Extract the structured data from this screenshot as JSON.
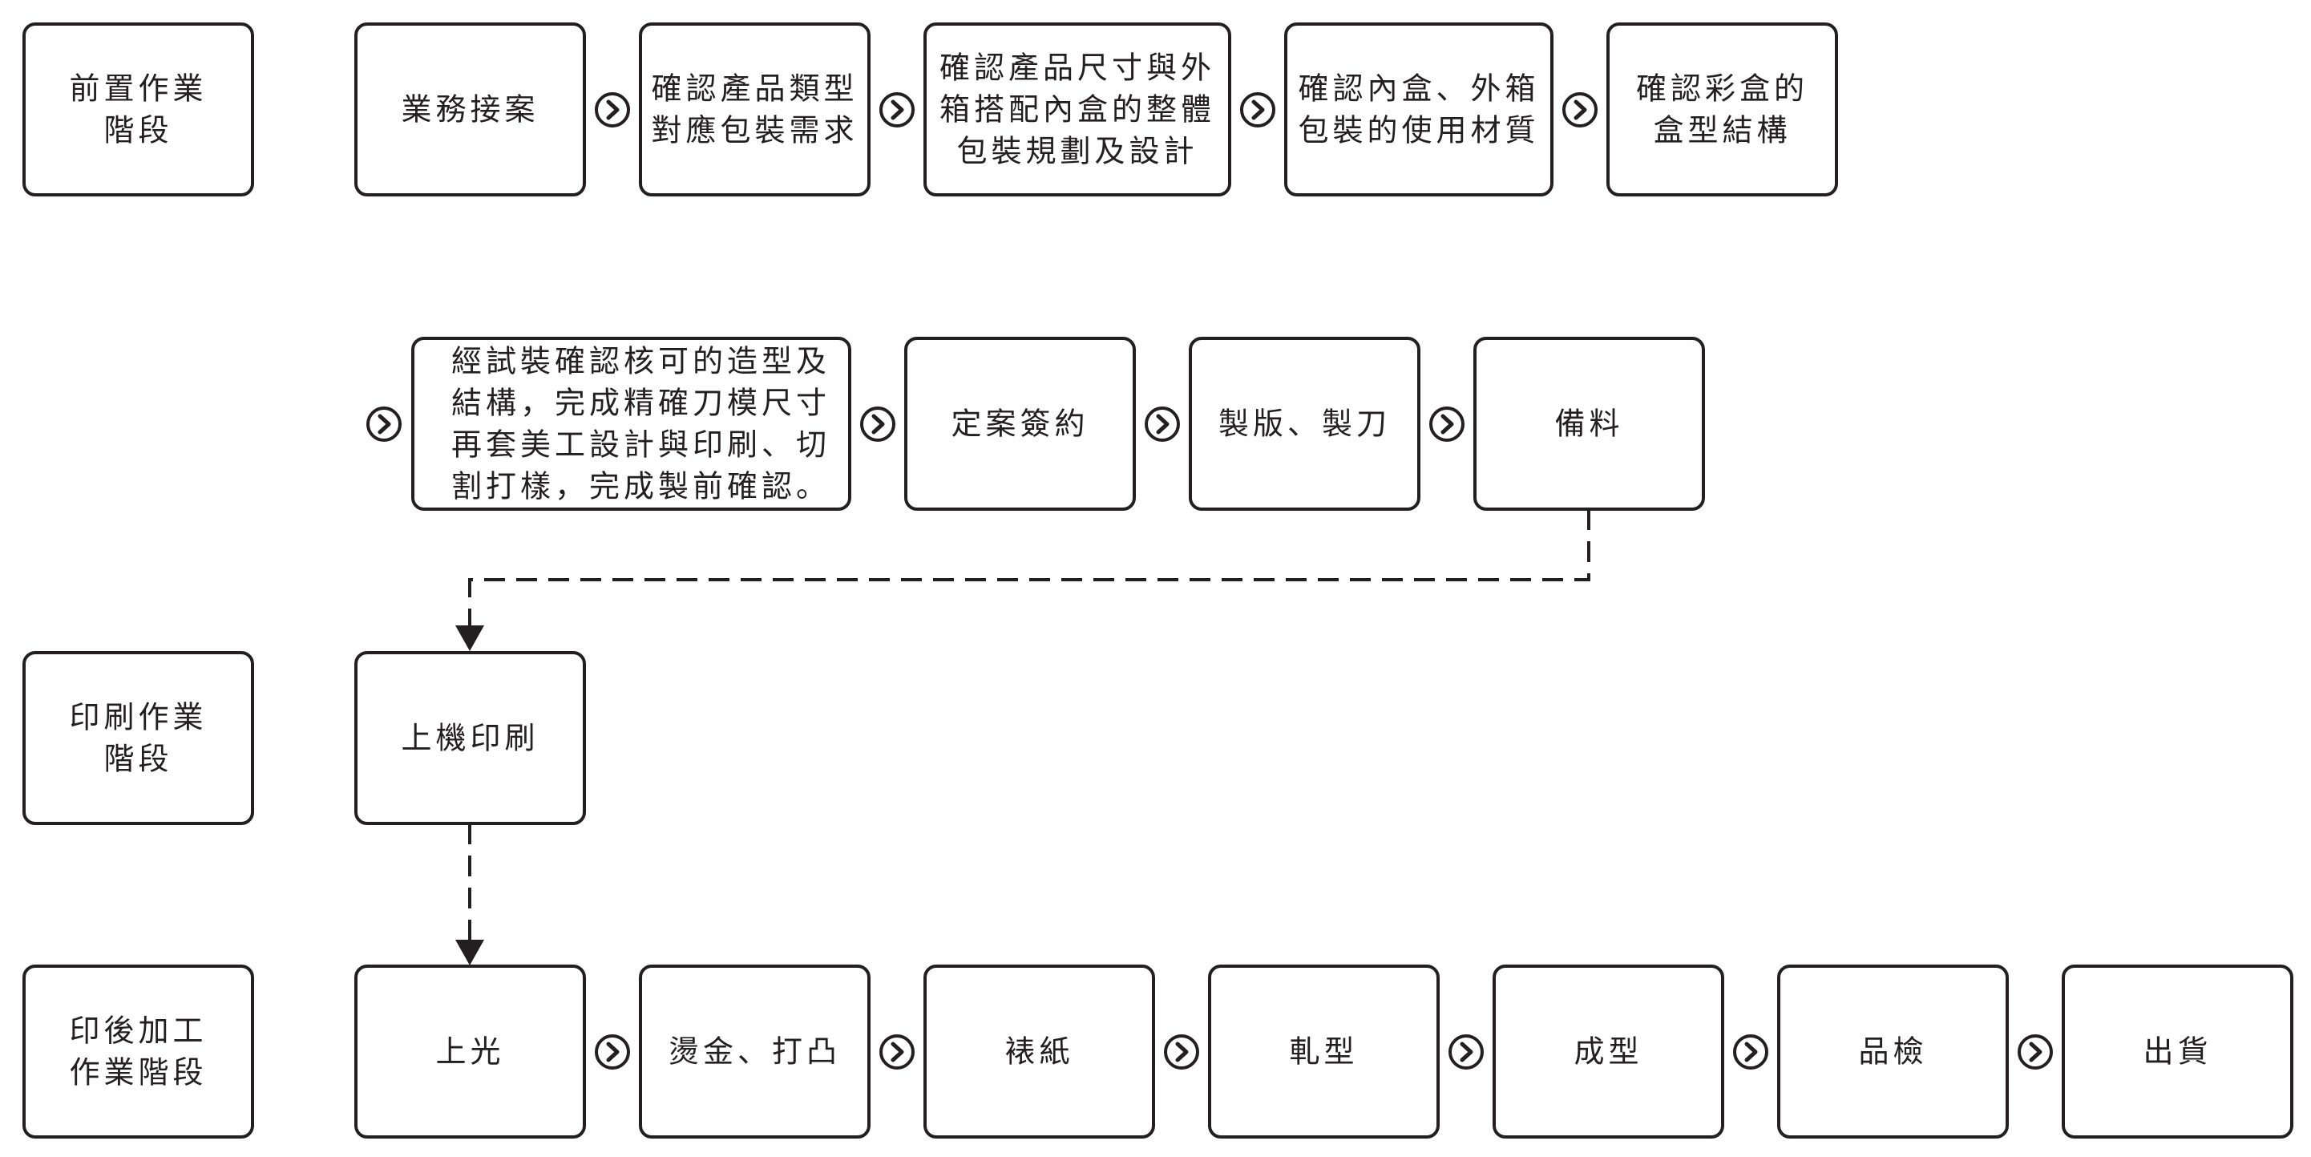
{
  "colors": {
    "stroke": "#231f20",
    "fill": "#ffffff",
    "text": "#231f20"
  },
  "stages": {
    "pre": "前置作業\n階段",
    "print": "印刷作業\n階段",
    "post": "印後加工\n作業階段"
  },
  "pre_steps": [
    "業務接案",
    "確認產品類型\n對應包裝需求",
    "確認產品尺寸與外\n箱搭配內盒的整體\n包裝規劃及設計",
    "確認內盒、外箱\n包裝的使用材質",
    "確認彩盒的\n盒型結構"
  ],
  "prep_steps": [
    "經試裝確認核可的造型及\n結構，完成精確刀模尺寸\n再套美工設計與印刷、切\n割打樣，完成製前確認。",
    "定案簽約",
    "製版、製刀",
    "備料"
  ],
  "print_steps": [
    "上機印刷"
  ],
  "post_steps": [
    "上光",
    "燙金、打凸",
    "裱紙",
    "軋型",
    "成型",
    "品檢",
    "出貨"
  ],
  "icons": {
    "step_arrow": "chevron-right-circle-icon",
    "connector_head": "arrowhead-down-icon"
  }
}
